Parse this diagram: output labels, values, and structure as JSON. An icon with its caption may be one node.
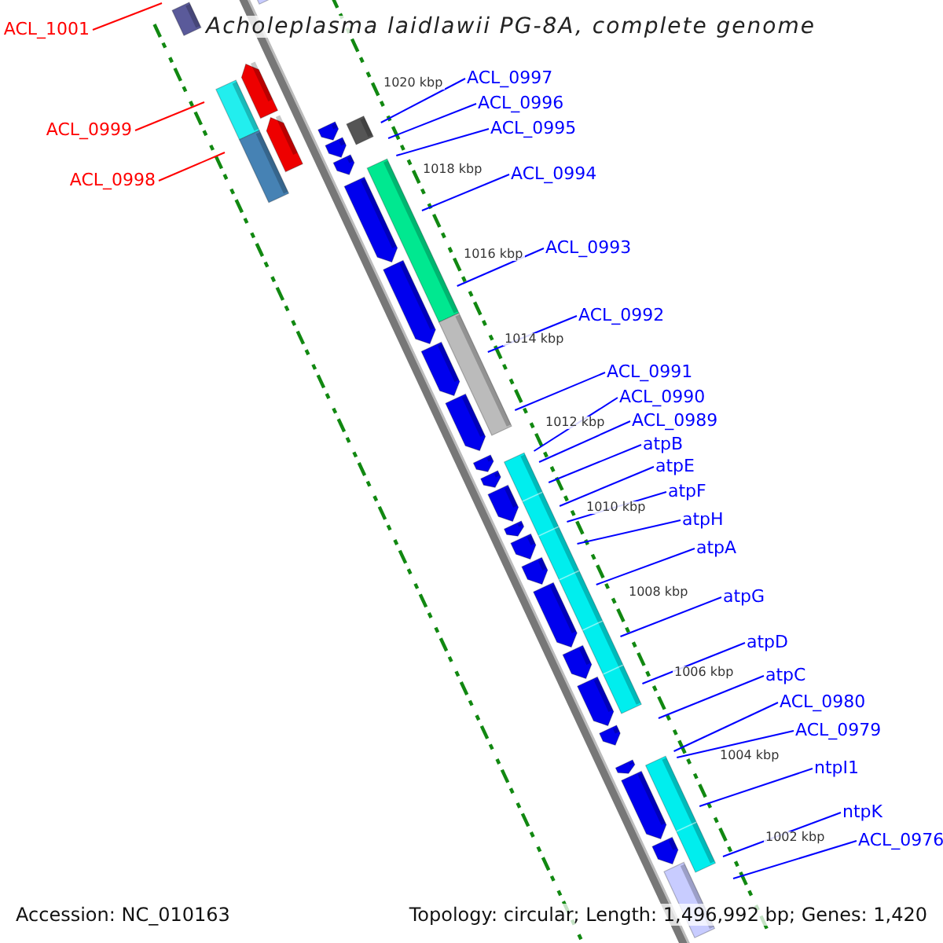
{
  "diagram": {
    "title": "Acholeplasma laidlawii PG-8A, complete genome",
    "nodes": [
      {
        "text": [
          "ACL_1001"
        ]
      },
      {
        "text": [
          "ACL_0999"
        ]
      },
      {
        "text": [
          "ACL_0998"
        ]
      },
      {
        "text": [
          "ACL_0997"
        ]
      },
      {
        "text": [
          "ACL_0996"
        ]
      },
      {
        "text": [
          "ACL_0995"
        ]
      },
      {
        "text": [
          "ACL_0994"
        ]
      },
      {
        "text": [
          "ACL_0993"
        ]
      },
      {
        "text": [
          "ACL_0992"
        ]
      },
      {
        "text": [
          "ACL_0991"
        ]
      },
      {
        "text": [
          "ACL_0990"
        ]
      },
      {
        "text": [
          "ACL_0989"
        ]
      },
      {
        "text": [
          "atpB"
        ]
      },
      {
        "text": [
          "atpE"
        ]
      },
      {
        "text": [
          "atpF"
        ]
      },
      {
        "text": [
          "atpH"
        ]
      },
      {
        "text": [
          "atpA"
        ]
      },
      {
        "text": [
          "atpG"
        ]
      },
      {
        "text": [
          "atpD"
        ]
      },
      {
        "text": [
          "atpC"
        ]
      },
      {
        "text": [
          "ACL_0980"
        ]
      },
      {
        "text": [
          "ACL_0979"
        ]
      },
      {
        "text": [
          "ntpI1"
        ]
      },
      {
        "text": [
          "ntpK"
        ]
      },
      {
        "text": [
          "ACL_0976"
        ]
      }
    ],
    "edges": [
      {
        "from": 0,
        "to": null,
        "arrow": "none",
        "color": "#ff0000"
      },
      {
        "from": 1,
        "to": null,
        "arrow": "none",
        "color": "#ff0000"
      },
      {
        "from": 2,
        "to": null,
        "arrow": "none",
        "color": "#ff0000"
      },
      {
        "from": 3,
        "to": null,
        "arrow": "none"
      },
      {
        "from": 4,
        "to": null,
        "arrow": "none"
      },
      {
        "from": 5,
        "to": null,
        "arrow": "none"
      },
      {
        "from": 6,
        "to": null,
        "arrow": "none"
      },
      {
        "from": 7,
        "to": null,
        "arrow": "none"
      },
      {
        "from": 8,
        "to": null,
        "arrow": "none"
      },
      {
        "from": 9,
        "to": null,
        "arrow": "none"
      },
      {
        "from": 10,
        "to": null,
        "arrow": "none"
      },
      {
        "from": 11,
        "to": null,
        "arrow": "none"
      },
      {
        "from": 12,
        "to": null,
        "arrow": "none"
      },
      {
        "from": 13,
        "to": null,
        "arrow": "none"
      },
      {
        "from": 14,
        "to": null,
        "arrow": "none"
      },
      {
        "from": 15,
        "to": null,
        "arrow": "none"
      },
      {
        "from": 16,
        "to": null,
        "arrow": "none"
      },
      {
        "from": 17,
        "to": null,
        "arrow": "none"
      },
      {
        "from": 18,
        "to": null,
        "arrow": "none"
      },
      {
        "from": 19,
        "to": null,
        "arrow": "none"
      },
      {
        "from": 20,
        "to": null,
        "arrow": "none"
      },
      {
        "from": 21,
        "to": null,
        "arrow": "none"
      },
      {
        "from": 22,
        "to": null,
        "arrow": "none"
      },
      {
        "from": 23,
        "to": null,
        "arrow": "none"
      },
      {
        "from": 24,
        "to": null,
        "arrow": "none"
      }
    ],
    "labels": [
      "1020 kbp",
      "1018 kbp",
      "1016 kbp",
      "1014 kbp",
      "1012 kbp",
      "1010 kbp",
      "1008 kbp",
      "1006 kbp",
      "1004 kbp",
      "1002 kbp",
      "Accession: NC_010163",
      "Topology: circular; Length: 1,496,992 bp; Genes: 1,420"
    ]
  }
}
